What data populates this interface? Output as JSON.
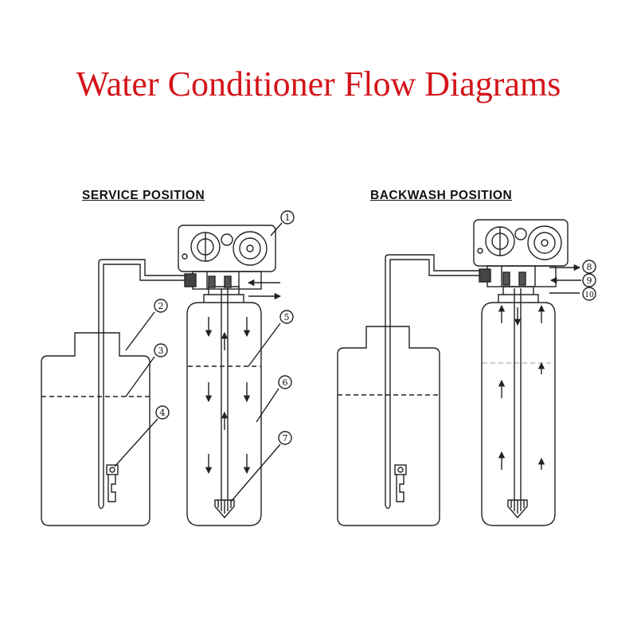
{
  "title": "Water Conditioner Flow Diagrams",
  "colors": {
    "title": "#d4141a",
    "line": "#222222"
  },
  "panels": [
    {
      "heading": "SERVICE POSITION",
      "callouts": [
        "1",
        "2",
        "3",
        "4",
        "5",
        "6",
        "7"
      ]
    },
    {
      "heading": "BACKWASH POSITION",
      "callouts": [
        "8",
        "9",
        "10"
      ]
    }
  ]
}
